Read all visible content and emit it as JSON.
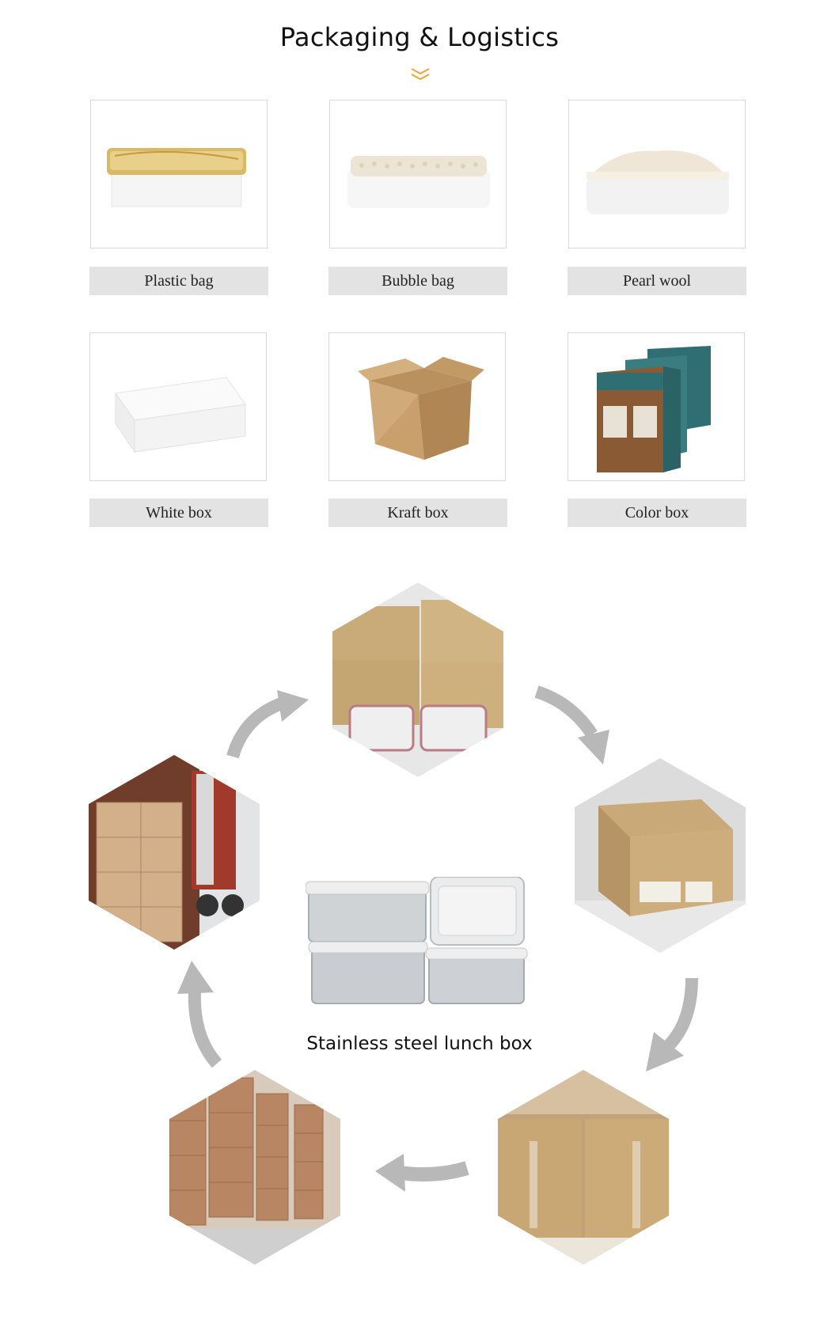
{
  "page": {
    "title": "Packaging & Logistics"
  },
  "packaging": [
    {
      "label": "Plastic bag",
      "icon": "plastic-bag-wrapped-box"
    },
    {
      "label": "Bubble bag",
      "icon": "bubble-bag-wrapped-box"
    },
    {
      "label": "Pearl wool",
      "icon": "pearl-wool-wrapped-box"
    },
    {
      "label": "White box",
      "icon": "white-box"
    },
    {
      "label": "Kraft box",
      "icon": "kraft-box"
    },
    {
      "label": "Color box",
      "icon": "color-box-stack"
    }
  ],
  "logistics": {
    "center_caption": "Stainless steel lunch box",
    "steps": [
      {
        "name": "boxed-containers"
      },
      {
        "name": "sealed-carton"
      },
      {
        "name": "cartons-lined"
      },
      {
        "name": "warehouse-stock"
      },
      {
        "name": "truck-loading"
      }
    ],
    "colors": {
      "arrow": "#b8b8b8",
      "kraft": "#c9a97a",
      "accent": "#e8a53a"
    }
  }
}
